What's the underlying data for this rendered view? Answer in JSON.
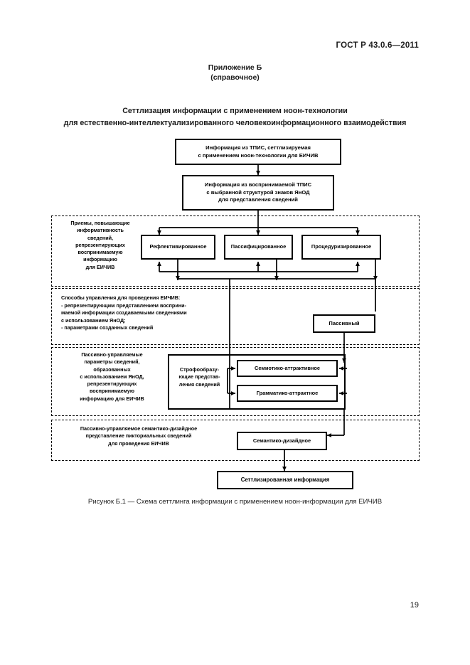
{
  "document": {
    "standard_header": "ГОСТ Р 43.0.6—2011",
    "page_number": "19",
    "appendix_line1": "Приложение Б",
    "appendix_line2": "(справочное)",
    "title_line1": "Сеттлизация информации с применением ноон-технологии",
    "title_line2": "для естественно-интеллектуализированного человекоинформационного взаимодействия",
    "figure_caption": "Рисунок Б.1 — Схема сеттлинга информации с применением ноон-информации для ЕИЧИВ"
  },
  "diagram": {
    "node_top1_line1": "Информация из ТПИС, сеттлизируемая",
    "node_top1_line2": "с применением ноон-технологии для ЕИЧИВ",
    "node_top2_line1": "Информация из воспринимаемой ТПИС",
    "node_top2_line2": "с выбранной структурой знаков ЯнОД",
    "node_top2_line3": "для представления сведений",
    "band1_label_line1": "Приемы, повышающие",
    "band1_label_line2": "информативность",
    "band1_label_line3": "сведений,",
    "band1_label_line4": "репрезентирующих",
    "band1_label_line5": "воспринимаемую",
    "band1_label_line6": "информацию",
    "band1_label_line7": "для ЕИЧИВ",
    "node_reflective": "Рефлективированное",
    "node_passified": "Пассифицированное",
    "node_procedural": "Процедуризированное",
    "band2_label_line1": "Способы управления для проведения ЕИЧИВ:",
    "band2_label_line2": "- репрезентирующим представлением восприни-",
    "band2_label_line3": "маемой информации создаваемыми сведениями",
    "band2_label_line4": "с использованием ЯнОД;",
    "band2_label_line5": "- параметрами созданных сведений",
    "node_passive": "Пассивный",
    "band3_label_line1": "Пассивно-управляемые",
    "band3_label_line2": "параметры сведений,",
    "band3_label_line3": "образованных",
    "band3_label_line4": "с использованием ЯнОД,",
    "band3_label_line5": "репрезентирующих",
    "band3_label_line6": "воспринимаемую",
    "band3_label_line7": "информацию для ЕИЧИВ",
    "node_stroform_line1": "Строфообразу-",
    "node_stroform_line2": "ющие представ-",
    "node_stroform_line3": "ления сведений",
    "node_semiotic": "Семиотико-аттрактивное",
    "node_grammatic": "Грамматико-аттрактное",
    "band4_label_line1": "Пассивно-управляемое семантико-дизайдное",
    "band4_label_line2": "представление пикториальных сведений",
    "band4_label_line3": "для проведения ЕИЧИВ",
    "node_semantic_design": "Семантико-дизайдное",
    "node_result": "Сеттлизированная информация"
  },
  "colors": {
    "ink": "#000000",
    "paper": "#ffffff",
    "text": "#1a1a1a"
  }
}
